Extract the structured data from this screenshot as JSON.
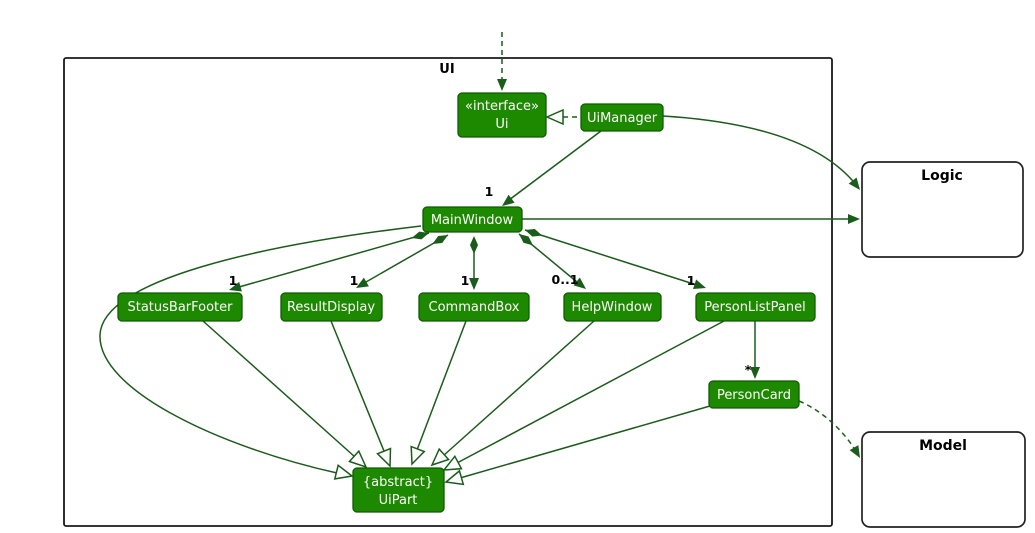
{
  "frame": {
    "label": "UI"
  },
  "classes": {
    "ui_interface": {
      "stereotype": "«interface»",
      "name": "Ui"
    },
    "ui_manager": {
      "name": "UiManager"
    },
    "main_window": {
      "name": "MainWindow"
    },
    "status_bar_footer": {
      "name": "StatusBarFooter"
    },
    "result_display": {
      "name": "ResultDisplay"
    },
    "command_box": {
      "name": "CommandBox"
    },
    "help_window": {
      "name": "HelpWindow"
    },
    "person_list_panel": {
      "name": "PersonListPanel"
    },
    "person_card": {
      "name": "PersonCard"
    },
    "ui_part": {
      "modifier": "{abstract}",
      "name": "UiPart"
    }
  },
  "external": {
    "logic": {
      "name": "Logic"
    },
    "model": {
      "name": "Model"
    }
  },
  "multiplicities": {
    "main_window": "1",
    "status_bar_footer": "1",
    "result_display": "1",
    "command_box": "1",
    "help_window": "0..1",
    "person_list_panel": "1",
    "person_card": "*"
  },
  "colors": {
    "class_fill": "#1D8900",
    "class_border": "#0E5C00",
    "class_text": "#FFFFFF",
    "edge": "#1A5C1A",
    "frame_border": "#1A1A1A",
    "external_fill": "#FFFFFF",
    "external_border": "#222222",
    "label_text": "#000000",
    "background": "#FFFFFF"
  }
}
